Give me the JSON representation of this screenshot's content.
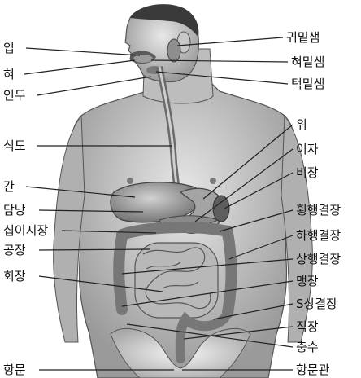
{
  "labels_left": [
    "입",
    "혀",
    "인두",
    "식도",
    "간",
    "담낭",
    "십이지장",
    "공장",
    "회장",
    "항문"
  ],
  "labels_right": [
    "귀밑샘",
    "혀밑샘",
    "턱밑샘",
    "위",
    "이자",
    "비장",
    "횡행결장",
    "하행결장",
    "상행결장",
    "맹장",
    "S상결장",
    "직장",
    "충수",
    "항문관"
  ]
}
